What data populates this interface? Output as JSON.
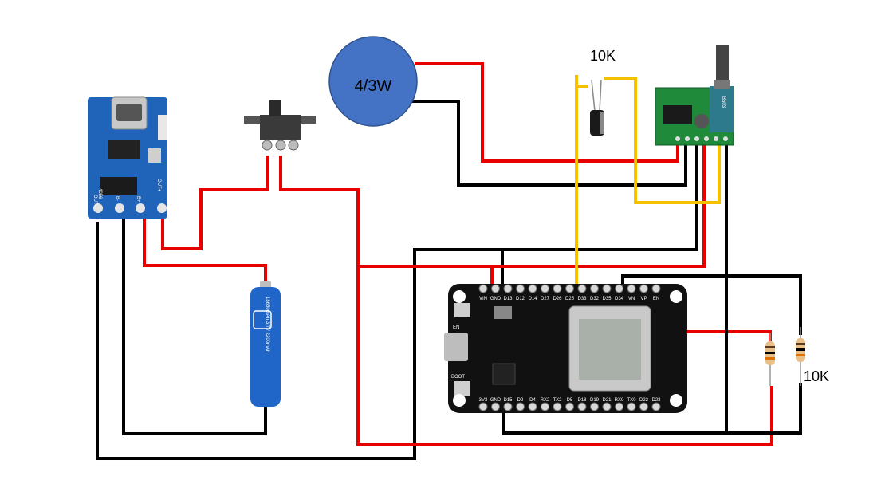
{
  "labels": {
    "speaker": "4/3W",
    "capacitor": "10K",
    "resistors": "10K"
  },
  "charger": {
    "chip_text": "4056",
    "pins": [
      "OUT-",
      "B-",
      "B+",
      "OUT+"
    ]
  },
  "battery": {
    "text": "18650mAh 3.7V 2200mAh"
  },
  "amplifier": {
    "pot_text": "B503"
  },
  "esp32": {
    "top_pins": [
      "VIN",
      "GND",
      "D13",
      "D12",
      "D14",
      "D27",
      "D26",
      "D25",
      "D33",
      "D32",
      "D35",
      "D34",
      "VN",
      "VP",
      "EN"
    ],
    "bottom_pins": [
      "3V3",
      "GND",
      "D15",
      "D2",
      "D4",
      "RX2",
      "TX2",
      "D5",
      "D18",
      "D19",
      "D21",
      "RX0",
      "TX0",
      "D22",
      "D23"
    ],
    "en_label": "EN",
    "boot_label": "BOOT"
  },
  "colors": {
    "wire_red": "#e60000",
    "wire_black": "#000000",
    "wire_yellow": "#f5c000",
    "speaker_fill": "#4472c4",
    "charger_board": "#1f64b8",
    "amp_board": "#1e8a3a",
    "esp_board": "#111111",
    "battery": "#1f66c8"
  }
}
